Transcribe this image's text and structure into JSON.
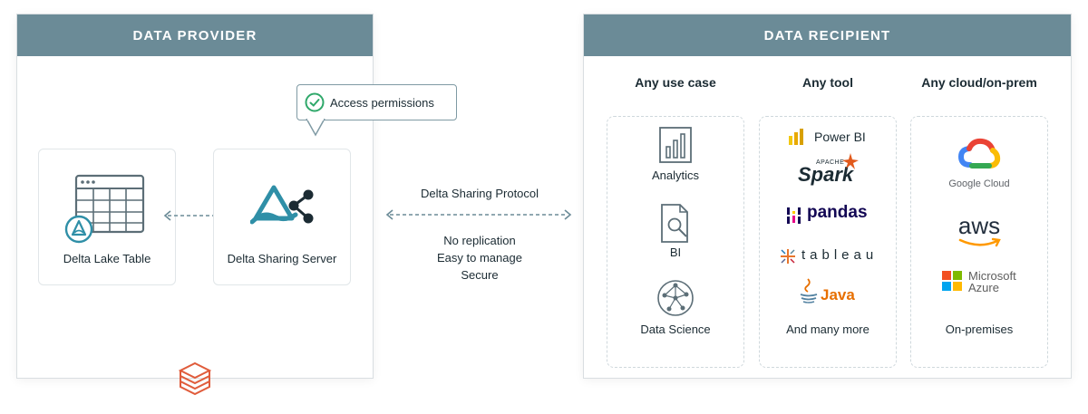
{
  "provider": {
    "header": "DATA PROVIDER",
    "table_label": "Delta Lake Table",
    "server_label": "Delta Sharing Server",
    "callout": "Access permissions"
  },
  "protocol": {
    "title": "Delta Sharing Protocol",
    "features": [
      "No replication",
      "Easy to manage",
      "Secure"
    ]
  },
  "recipient": {
    "header": "DATA RECIPIENT",
    "use_case": {
      "title": "Any use case",
      "items": [
        "Analytics",
        "BI",
        "Data Science"
      ]
    },
    "tool": {
      "title": "Any tool",
      "items": [
        "Power BI",
        "Spark",
        "pandas",
        "tableau",
        "Java"
      ],
      "spark_super": "APACHE",
      "footer": "And many more"
    },
    "cloud": {
      "title": "Any cloud/on-prem",
      "items": [
        "Google Cloud",
        "aws",
        "Microsoft",
        "Azure"
      ],
      "footer": "On-premises"
    }
  },
  "colors": {
    "header_bg": "#6b8b97",
    "teal": "#2f8fa7",
    "green_check": "#2fa86a",
    "databricks_orange": "#e05b3a"
  }
}
